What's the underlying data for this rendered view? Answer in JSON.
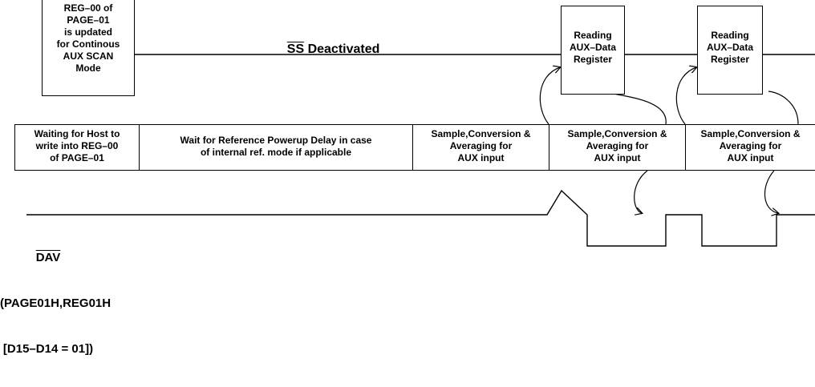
{
  "reg_box": {
    "lines": [
      "REG–00 of",
      "PAGE–01",
      "is updated",
      "for Continous",
      "AUX SCAN",
      "Mode"
    ]
  },
  "ss_label": {
    "overline": "SS",
    "rest": " Deactivated"
  },
  "read_boxes": [
    {
      "lines": [
        "Reading",
        "AUX–Data",
        "Register"
      ]
    },
    {
      "lines": [
        "Reading",
        "AUX–Data",
        "Register"
      ]
    }
  ],
  "phase_row": [
    {
      "lines": [
        "Waiting for Host to",
        "write into REG–00",
        "of PAGE–01"
      ]
    },
    {
      "lines": [
        "Wait for Reference Powerup Delay in case",
        "of internal ref. mode if applicable"
      ]
    },
    {
      "lines": [
        "Sample,Conversion &",
        "Averaging for",
        "AUX input"
      ]
    },
    {
      "lines": [
        "Sample,Conversion &",
        "Averaging for",
        "AUX input"
      ]
    },
    {
      "lines": [
        "Sample,Conversion &",
        "Averaging for",
        "AUX input"
      ]
    }
  ],
  "dav_label": {
    "name": "DAV",
    "lines": [
      "(PAGE01H,REG01H",
      "[D15–D14 = 01])"
    ]
  },
  "colors": {
    "line": "#000000",
    "background": "#ffffff"
  }
}
